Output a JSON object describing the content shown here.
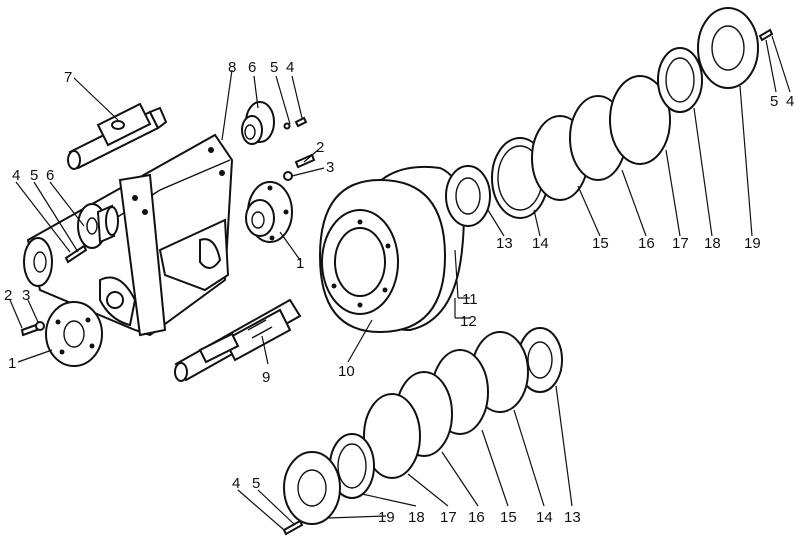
{
  "callouts": [
    {
      "text": "7"
    },
    {
      "text": "8"
    },
    {
      "text": "6"
    },
    {
      "text": "5"
    },
    {
      "text": "4"
    },
    {
      "text": "2"
    },
    {
      "text": "3"
    },
    {
      "text": "4"
    },
    {
      "text": "5"
    },
    {
      "text": "6"
    },
    {
      "text": "1"
    },
    {
      "text": "2"
    },
    {
      "text": "3"
    },
    {
      "text": "1"
    },
    {
      "text": "9"
    },
    {
      "text": "10"
    },
    {
      "text": "11"
    },
    {
      "text": "12"
    },
    {
      "text": "13"
    },
    {
      "text": "14"
    },
    {
      "text": "15"
    },
    {
      "text": "16"
    },
    {
      "text": "17"
    },
    {
      "text": "18"
    },
    {
      "text": "19"
    },
    {
      "text": "5"
    },
    {
      "text": "4"
    },
    {
      "text": "13"
    },
    {
      "text": "14"
    },
    {
      "text": "15"
    },
    {
      "text": "16"
    },
    {
      "text": "17"
    },
    {
      "text": "18"
    },
    {
      "text": "19"
    },
    {
      "text": "4"
    },
    {
      "text": "5"
    }
  ]
}
